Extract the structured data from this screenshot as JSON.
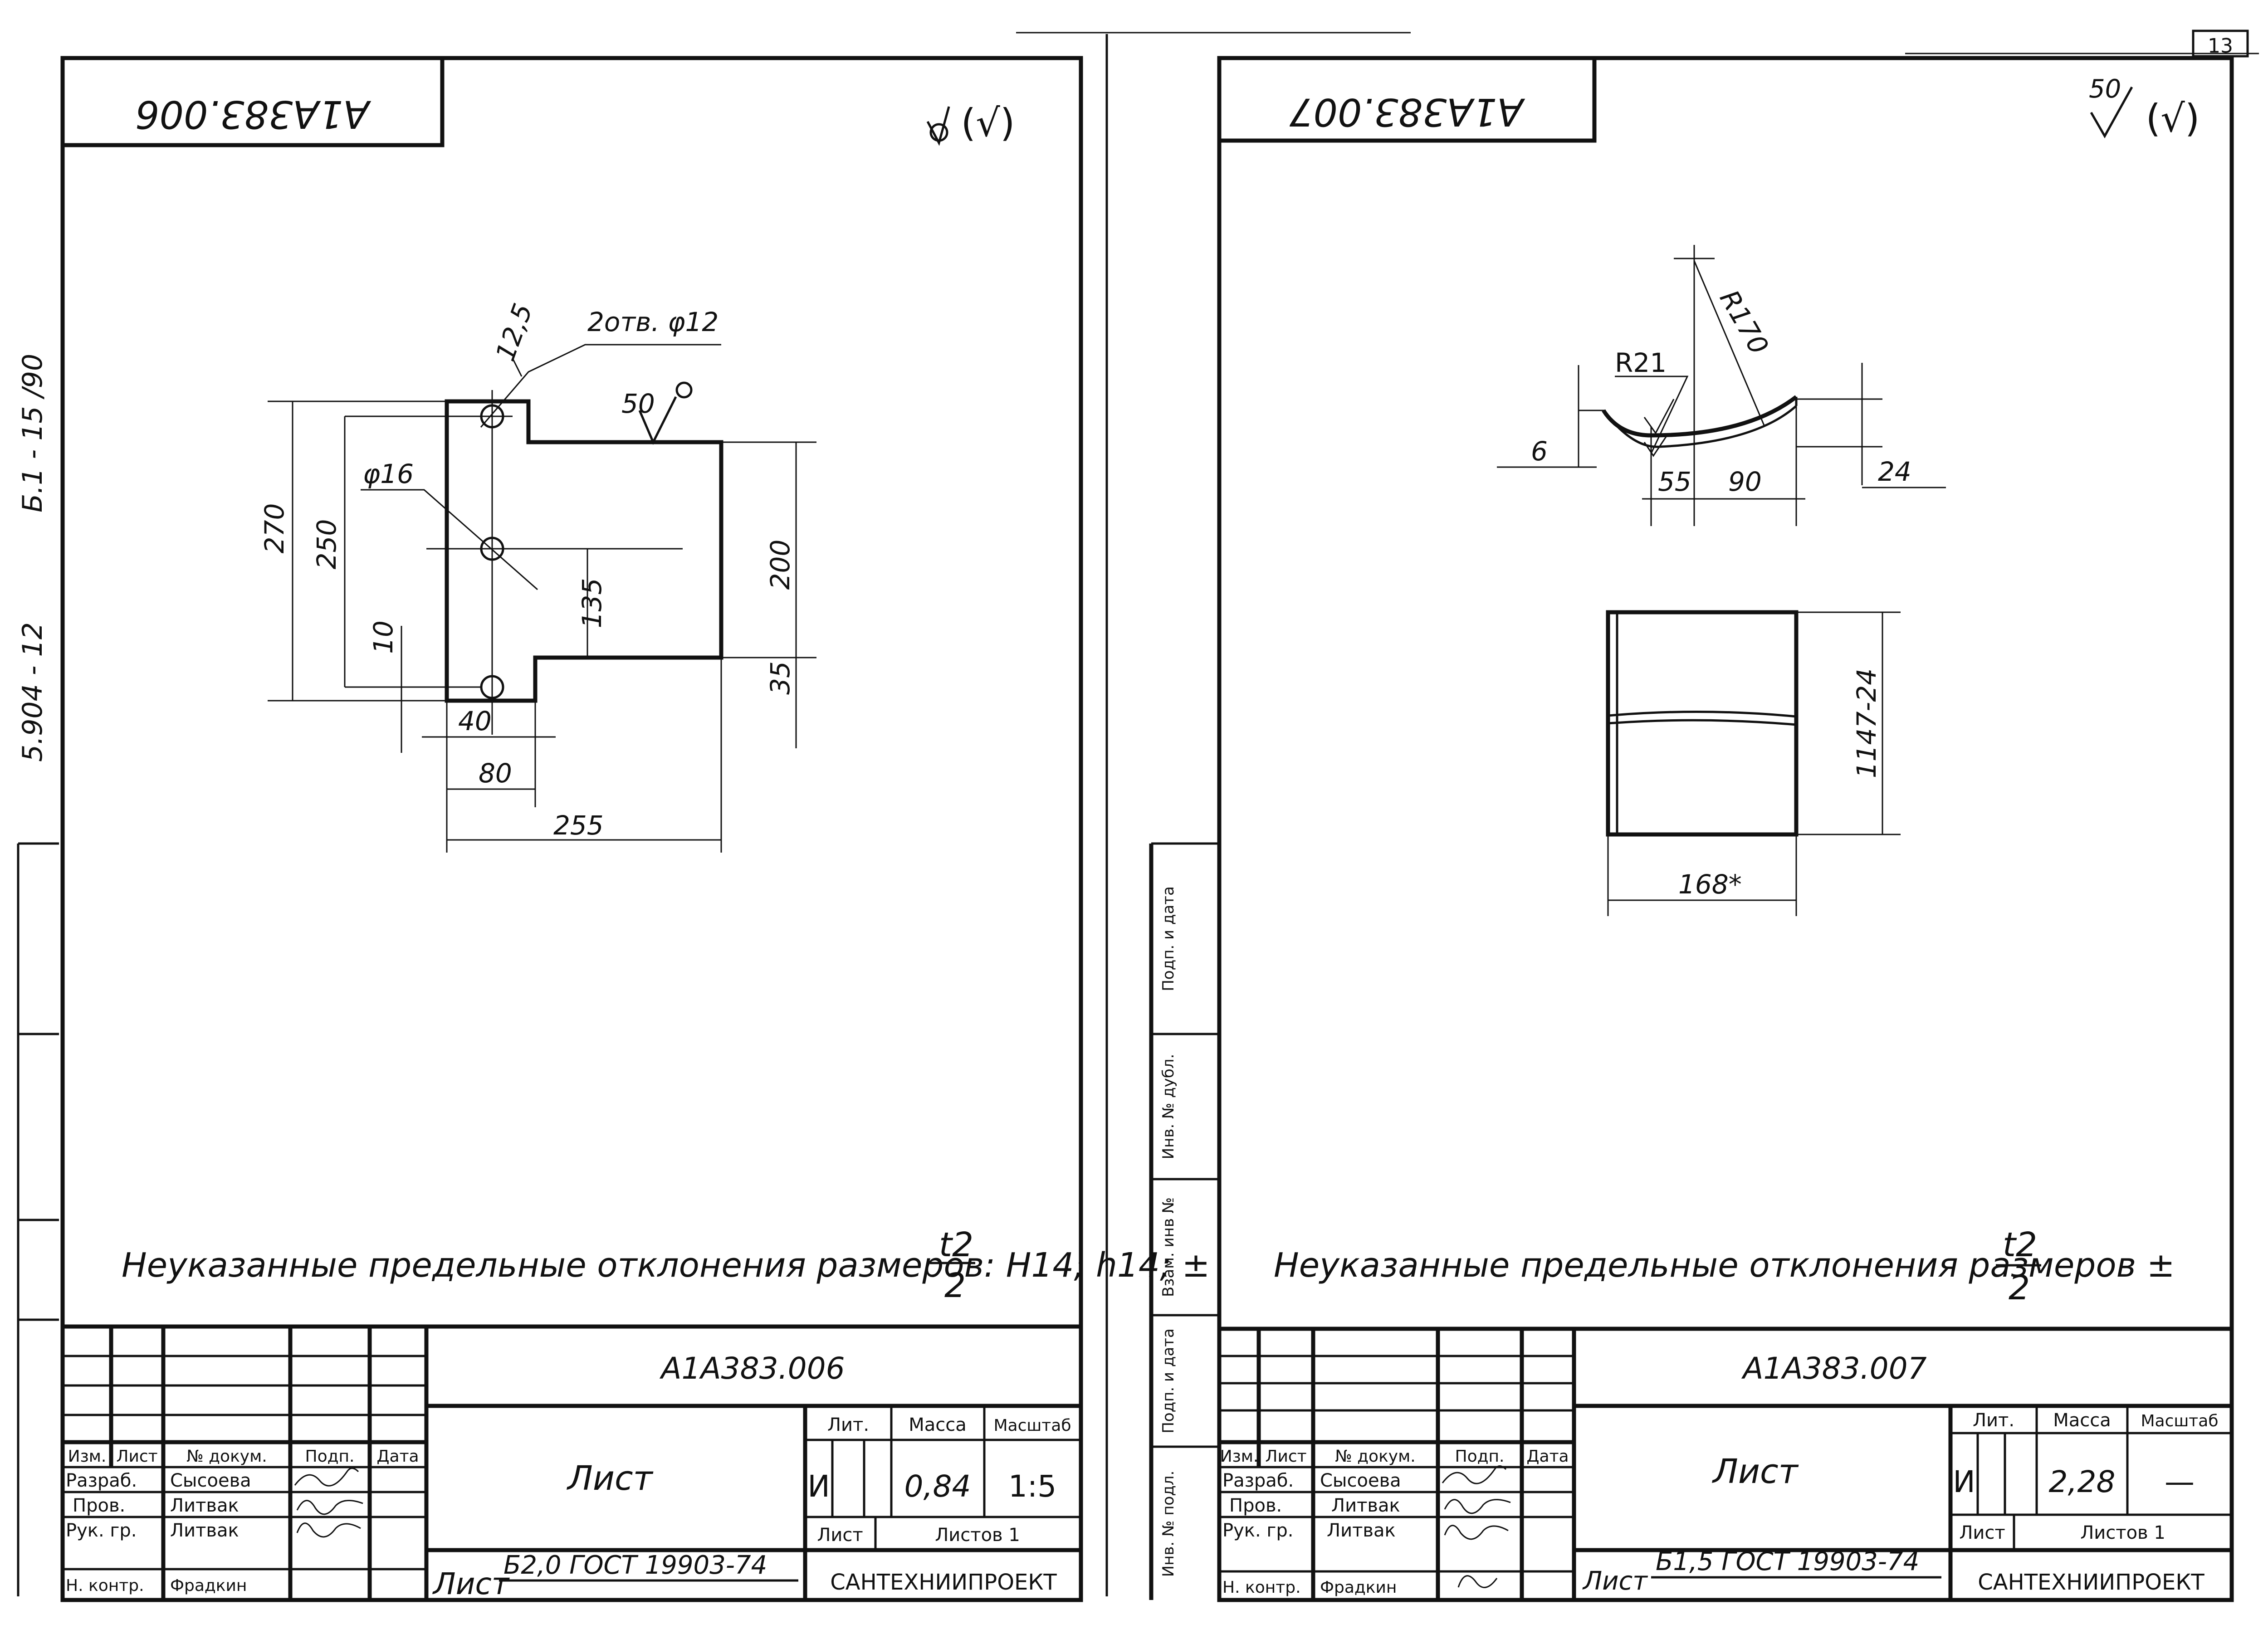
{
  "page_number": "13",
  "margin": {
    "code_top": "Б.1 - 15 /90",
    "code_bottom": "5.904 - 12",
    "stamp_labels": [
      "Подп. и дата",
      "Инв. № дубл.",
      "Взам. инв №",
      "Подп. и дата",
      "Инв. № подл."
    ]
  },
  "sheet_left": {
    "code_rotated": "А1А383.006",
    "roughness_general": "(√)",
    "dims": {
      "holes": "2отв. φ12",
      "d125": "12,5",
      "rough50": "50",
      "d16": "φ16",
      "d270": "270",
      "d250": "250",
      "d10": "10",
      "d135": "135",
      "d200": "200",
      "d35": "35",
      "d40": "40",
      "d80": "80",
      "d255": "255"
    },
    "note": "Неуказанные предельные отклонения размеров: H14; h14; ±",
    "note_frac_top": "t2",
    "note_frac_bottom": "2",
    "title_block": {
      "designation": "А1А383.006",
      "headers": [
        "Изм.",
        "Лист",
        "№ докум.",
        "Подп.",
        "Дата"
      ],
      "rows": [
        {
          "role": "Разраб.",
          "name": "Сысоева"
        },
        {
          "role": "Пров.",
          "name": "Литвак"
        },
        {
          "role": "Рук. гр.",
          "name": "Литвак"
        },
        {
          "role": "Н. контр.",
          "name": "Фрадкин"
        }
      ],
      "part_name": "Лист",
      "lit_label": "Лит.",
      "mass_label": "Масса",
      "scale_label": "Масштаб",
      "lit": "И",
      "mass": "0,84",
      "scale": "1:5",
      "sheet_label": "Лист",
      "sheets_label": "Листов 1",
      "material_prefix": "Лист",
      "material": "Б2,0 ГОСТ 19903-74",
      "org": "САНТЕХНИИПРОЕКТ"
    }
  },
  "sheet_right": {
    "code_rotated": "А1А383.007",
    "roughness_value": "50",
    "roughness_general": "(√)",
    "dims": {
      "r170": "R170",
      "r21": "R21",
      "d6": "6",
      "d55": "55",
      "d90": "90",
      "d24": "24",
      "d1147": "1147-24",
      "d168": "168*"
    },
    "note": "Неуказанные предельные отклонения размеров ±",
    "note_frac_top": "t2",
    "note_frac_bottom": "2",
    "title_block": {
      "designation": "А1А383.007",
      "headers": [
        "Изм.",
        "Лист",
        "№ докум.",
        "Подп.",
        "Дата"
      ],
      "rows": [
        {
          "role": "Разраб.",
          "name": "Сысоева"
        },
        {
          "role": "Пров.",
          "name": "Литвак"
        },
        {
          "role": "Рук. гр.",
          "name": "Литвак"
        },
        {
          "role": "Н. контр.",
          "name": "Фрадкин"
        }
      ],
      "part_name": "Лист",
      "lit_label": "Лит.",
      "mass_label": "Масса",
      "scale_label": "Масштаб",
      "lit": "И",
      "mass": "2,28",
      "scale": "—",
      "sheet_label": "Лист",
      "sheets_label": "Листов 1",
      "material_prefix": "Лист",
      "material": "Б1,5 ГОСТ 19903-74",
      "org": "САНТЕХНИИПРОЕКТ"
    }
  }
}
